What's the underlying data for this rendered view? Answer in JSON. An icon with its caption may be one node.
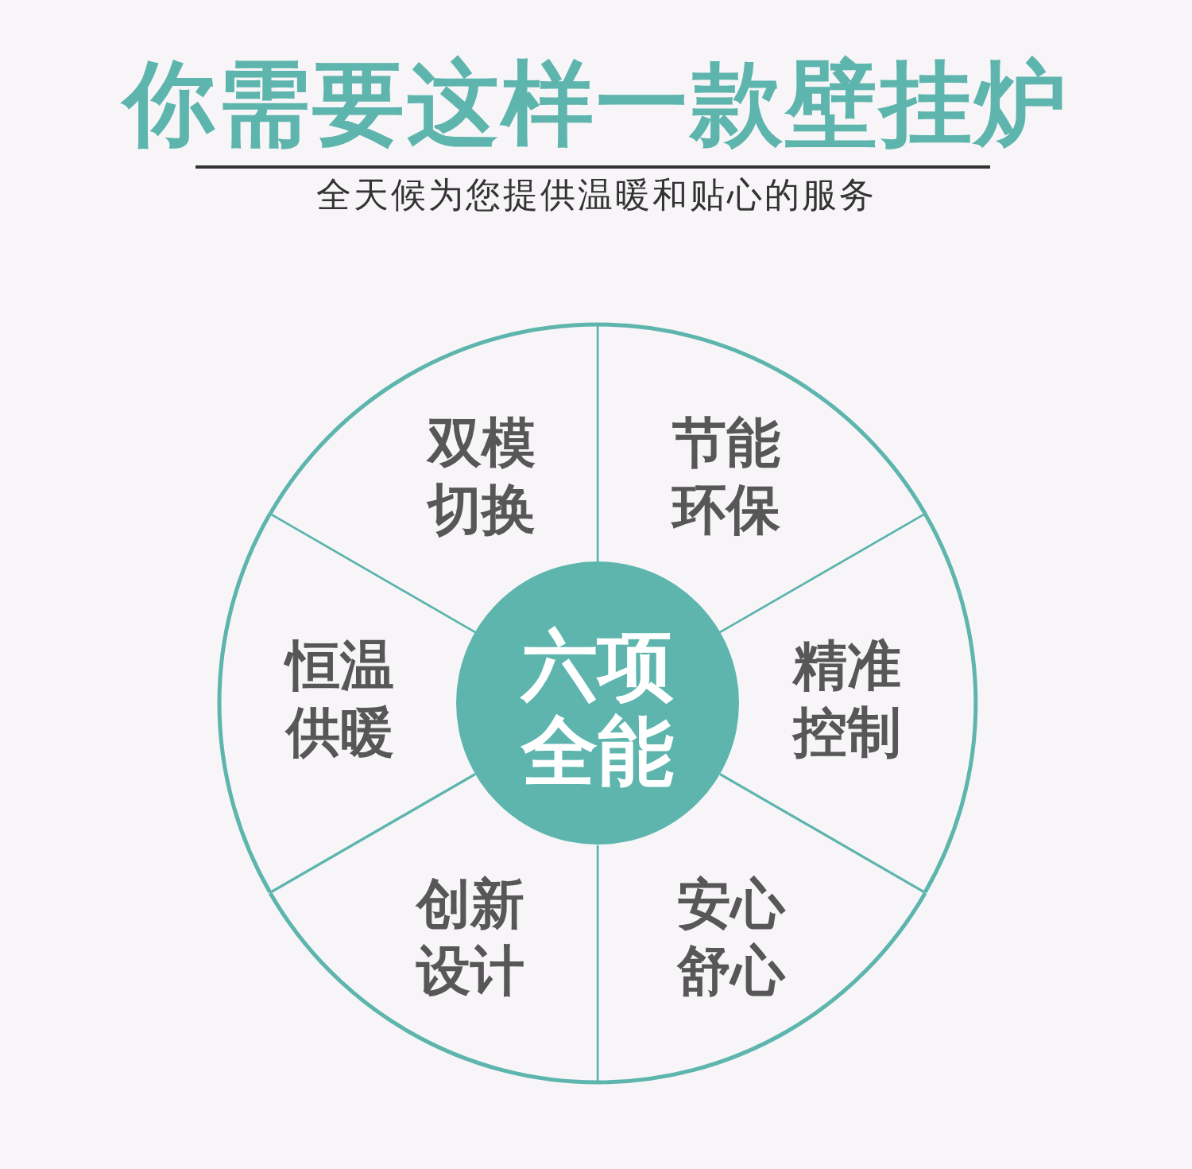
{
  "diagram": {
    "title": "你需要这样一款壁挂炉",
    "nodes": [
      {
        "text": [
          "双模切换"
        ]
      },
      {
        "text": [
          "节能环保"
        ]
      },
      {
        "text": [
          "恒温供暖"
        ]
      },
      {
        "text": [
          "六项全能"
        ]
      },
      {
        "text": [
          "精准控制"
        ]
      },
      {
        "text": [
          "创新设计"
        ]
      },
      {
        "text": [
          "安心舒心"
        ]
      }
    ],
    "labels": [
      "全天候为您提供温暖和贴心的服务"
    ]
  }
}
